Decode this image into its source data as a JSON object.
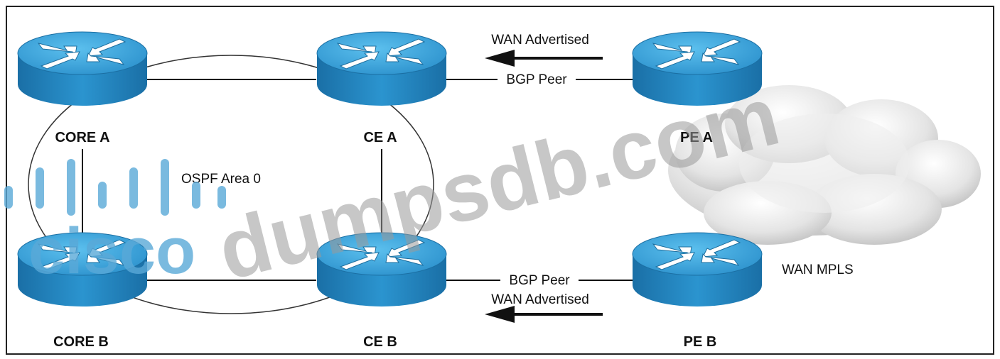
{
  "routers": {
    "core_a": "CORE A",
    "ce_a": "CE A",
    "pe_a": "PE A",
    "core_b": "CORE B",
    "ce_b": "CE B",
    "pe_b": "PE B"
  },
  "labels": {
    "ospf": "OSPF Area 0",
    "bgp_top": "BGP Peer",
    "bgp_bottom": "BGP Peer",
    "wan_adv_top": "WAN Advertised",
    "wan_adv_bottom": "WAN Advertised",
    "wan_mpls": "WAN MPLS"
  },
  "watermark": {
    "text": "dumpsdb.com",
    "logo": "cisco"
  },
  "colors": {
    "router_top": "#2f9fd6",
    "router_side": "#1f7fb8",
    "link": "#111111",
    "watermark": "#9a9a9a",
    "logo": "#5aa9d8"
  }
}
